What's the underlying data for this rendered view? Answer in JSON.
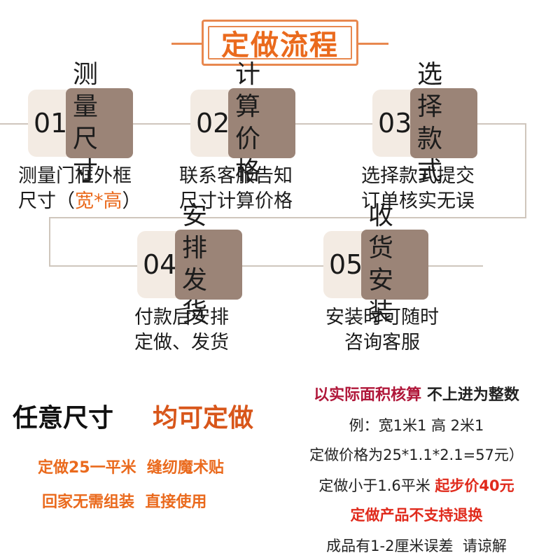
{
  "title": "定做流程",
  "steps": [
    {
      "num": "01",
      "line1": "测量",
      "line2": "尺寸",
      "desc1": "测量门框外框",
      "desc2_pre": "尺寸（",
      "desc2_hl": "宽*高",
      "desc2_post": "）"
    },
    {
      "num": "02",
      "line1": "计算",
      "line2": "价格",
      "desc1": "联系客服告知",
      "desc2": "尺寸计算价格"
    },
    {
      "num": "03",
      "line1": "选择",
      "line2": "款式",
      "desc1": "选择款式提交",
      "desc2": "订单核实无误"
    },
    {
      "num": "04",
      "line1": "安排",
      "line2": "发货",
      "desc1": "付款后安排",
      "desc2": "定做、发货"
    },
    {
      "num": "05",
      "line1": "收货",
      "line2": "安装",
      "desc1": "安装时可随时",
      "desc2": "咨询客服"
    }
  ],
  "bottom_left": {
    "any_size": "任意尺寸",
    "can_custom": "均可定做",
    "promo1": "定做25一平米  缝纫魔术贴",
    "promo2": "回家无需组装  直接使用"
  },
  "bottom_right": {
    "r1a": "以实际面积核算",
    "r1b": " 不上进为整数",
    "r2": "例：宽1米1 高 2米1",
    "r3": "定做价格为25*1.1*2.1=57元）",
    "r4a": "定做小于1.6平米 ",
    "r4b": "起步价40元",
    "r5": "定做产品不支持退换",
    "r6": "成品有1-2厘米误差  请谅解"
  },
  "colors": {
    "accent": "#ea6a1d",
    "step_dark": "#9b8477",
    "step_light": "#f3ebe3",
    "line": "#cfc6bd",
    "maroon": "#b0173a",
    "red": "#e02a1c"
  }
}
